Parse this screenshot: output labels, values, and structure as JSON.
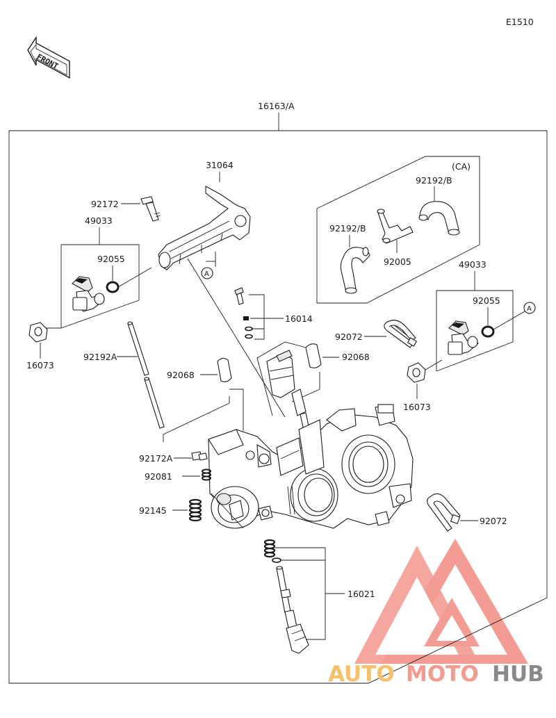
{
  "diagram_code": "E1510",
  "front_label": "FRONT",
  "labels": {
    "assembly": "16163/A",
    "p31064": "31064",
    "p92172": "92172",
    "p49033_left": "49033",
    "p92055_left": "92055",
    "p16073_left": "16073",
    "p92192A": "92192A",
    "p92068_left": "92068",
    "p16014": "16014",
    "p92072_top": "92072",
    "p92068_right": "92068",
    "ca_group": "(CA)",
    "p92192B_top": "92192/B",
    "p92192B_left": "92192/B",
    "p92005": "92005",
    "p49033_right": "49033",
    "p92055_right": "92055",
    "p16073_right": "16073",
    "ref_a_left": "A",
    "ref_a_right": "A",
    "p92172A": "92172A",
    "p92081": "92081",
    "p92145": "92145",
    "p92072_bottom": "92072",
    "p16021": "16021"
  },
  "watermark": {
    "part1": "AUTO",
    "part2": "MOTO",
    "part3": "HUB",
    "color_yellow": "#f5c26b",
    "color_salmon": "#f49a8f",
    "color_gray": "#8a8a8a"
  },
  "colors": {
    "line": "#1a1a1a",
    "watermark_logo": "#f28b82"
  }
}
